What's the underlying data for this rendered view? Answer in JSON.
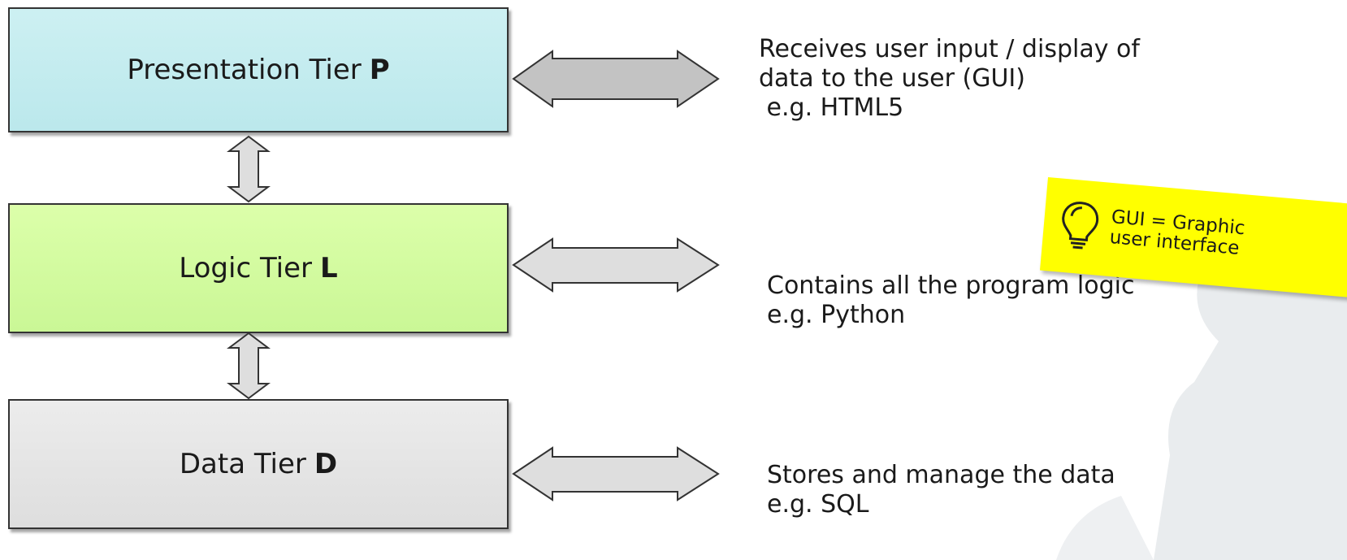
{
  "tiers": [
    {
      "label": "Presentation Tier",
      "letter": "P",
      "color": "#c4ecef"
    },
    {
      "label": "Logic Tier",
      "letter": "L",
      "color": "#d2fca1"
    },
    {
      "label": "Data Tier",
      "letter": "D",
      "color": "#e6e6e6"
    }
  ],
  "descriptions": {
    "presentation": {
      "line1": "Receives user input / display of",
      "line2": "data to the user (GUI)",
      "line3": " e.g. HTML5"
    },
    "logic": {
      "line1": "Contains all the program logic",
      "line2": "e.g. Python"
    },
    "data": {
      "line1": "Stores and manage the data",
      "line2": "e.g. SQL"
    }
  },
  "note": {
    "text": "GUI = Graphic\nuser interface",
    "icon": "lightbulb-icon",
    "color": "#ffff00"
  }
}
